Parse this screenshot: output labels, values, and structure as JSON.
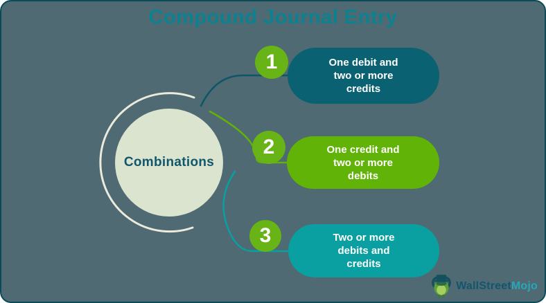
{
  "title": "Compound Journal Entry",
  "center": {
    "label": "Combinations"
  },
  "items": [
    {
      "number": "1",
      "lines": [
        "One debit and",
        "two or more",
        "credits"
      ],
      "pill_color": "#0a6171",
      "connector_color": "#0c5767"
    },
    {
      "number": "2",
      "lines": [
        "One credit and",
        "two or more",
        "debits"
      ],
      "pill_color": "#62b307",
      "connector_color": "#62b307"
    },
    {
      "number": "3",
      "lines": [
        "Two or more",
        "debits and",
        "credits"
      ],
      "pill_color": "#0a9fa0",
      "connector_color": "#0a9fa0"
    }
  ],
  "logo": {
    "part1": "WallStreet",
    "part2": "Mojo"
  },
  "colors": {
    "background": "#4f6a73",
    "border": "#0b4b57",
    "title_text": "#0c818f",
    "number_circle": "#68b315",
    "center_circle_fill": "#dbe4ce",
    "center_text": "#12566b",
    "outer_arc": "#eceadb",
    "pill_text": "#ffffff",
    "logo_wallstreet": "#13556d",
    "logo_mojo": "#28a7bc"
  }
}
